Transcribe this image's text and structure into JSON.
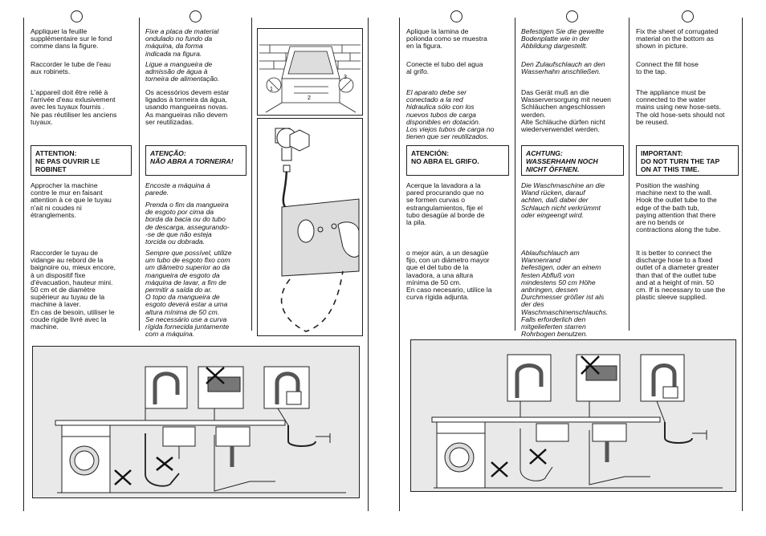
{
  "fr": {
    "p1": "Appliquer la feuille\nsupplémentaire sur le fond\ncomme dans la figure.",
    "p2": "Raccorder le tube de l'eau\naux robinets.",
    "p3": "L'appareil doit être relié à\nl'arrivée d'eau exlusivement\navec les tuyaux fournis .\nNe pas réutiliser les anciens\ntuyaux.",
    "warning": "ATTENTION:\nNE PAS OUVRIR LE\nROBINET",
    "p4": "Approcher la machine\ncontre le mur en faisant\nattention à ce que le tuyau\nn'ait ni coudes ni\nétranglements.",
    "p5": "Raccorder le tuyau de\nvidange au rebord de la\nbaignoire ou, mieux encore,\nà un dispositif fixe\nd'évacuation, hauteur mini.\n50 cm et de diamètre\nsupérieur au tuyau de la\nmachine à laver.\nEn cas de besoin, utiliser le\ncoude rigide livré avec la\nmachine."
  },
  "pt": {
    "p1": "Fixe a placa de material\nondulado no fundo da\nmáquina, da forma\nindicada na figura.",
    "p2": "Ligue a mangueira de\nadmissão de água à\ntorneira de alimentação.",
    "p3": "Os acessórios devem estar\nligados à torneira da água,\nusando mangueiras novas.\nAs mangueiras não devem\nser reutilizadas.",
    "warning": "ATENÇÃO:\nNÃO ABRA A TORNEIRA!",
    "p4": "Encoste a máquina à\nparede.",
    "p5": "Prenda o fim da mangueira\nde esgoto por cima da\nborda da bacia ou do tubo\nde descarga, assegurando-\n-se de que não esteja\ntorcida ou dobrada.",
    "p6": "Sempre que possível, utilize\num tubo de esgoto fixo com\num diâmetro superior ao da\nmangueira de esgoto da\nmáquina de lavar, a fim de\npermitir a saída do ar.\nO topo da mangueira de\nesgoto deverá estar a uma\naltura mínima de 50 cm.",
    "p7": "Se necessário use a curva\nrígida fornecida juntamente\ncom a máquina."
  },
  "es": {
    "p1": "Aplique la lamina de\npolionda como se muestra\nen la figura.",
    "p2": "Conecte el tubo del agua\nal grifo.",
    "p3": "El aparato debe ser\nconectado a la red\nhidraulica sólo con los\nnuevos tubos de carga\ndisponibles en dotación.\nLos viejos tubos de carga no\ntienen que ser reutilizados.",
    "warning": "ATENCIÓN:\nNO ABRA EL GRIFO.",
    "p4": "Acerque la lavadora a la\npared procurando que no\nse formen curvas o\nestrangulamientos, fije el\ntubo desagüe al borde de\nla pila.",
    "p5": "o mejor aún, a un desagüe\nfijo, con un diámetro mayor\nque el del tubo de la\nlavadora, a una altura\nmínima de 50 cm.\nEn caso necesario, utilice la\ncurva rígida adjunta."
  },
  "de": {
    "p1": "Befestigen Sie die gewellte\nBodenplatte wie in der\nAbbildung dargestellt.",
    "p2": "Den Zulaufschlauch an den\nWasserhahn anschließen.",
    "p3": "Das Gerät muß an die\nWasserversorgung mit neuen\nSchläuchen angeschlossen\nwerden.\nAlte Schläuche dürfen nicht\nwiederverwendet werden.",
    "warning": "ACHTUNG:\nWASSERHAHN NOCH\nNICHT ÖFFNEN.",
    "p4": "Die Waschmaschine an die\nWand rücken, darauf\nachten, daß dabei der\nSchlauch nicht verkrümmt\noder eingeengt wird.",
    "p5": "Ablaufschlauch am\nWannenrand\nbefestigen, oder an einem\nfesten Abfluß von\nmindestens 50 cm Höhe\nanbringen, dessen\nDurchmesser größer ist als\nder des\nWaschmaschinenschlauchs.\nFalls erforderlich den\nmitgelieferten starren\nRohrbogen benutzen."
  },
  "en": {
    "p1": "Fix the sheet of corrugated\nmaterial on the bottom as\nshown in picture.",
    "p2": "Connect the fill hose\nto the tap.",
    "p3": "The appliance must be\nconnected to the water\nmains using new hose-sets.\nThe old hose-sets should not\nbe reused.",
    "warning": "IMPORTANT:\nDO NOT TURN THE TAP\nON AT THIS TIME.",
    "p4": "Position the washing\nmachine next to the wall.\nHook the outlet tube to the\nedge of the bath tub,\npaying attention that there\nare no bends or\ncontractions along the tube.",
    "p5": "It is better to connect the\ndischarge hose to a fixed\noutlet of a diameter greater\nthan that of the outlet tube\nand at a height of min. 50\ncm. If is necessary to use the\nplastic sleeve supplied."
  },
  "figure_labels": {
    "step1": "1",
    "step2": "2",
    "step3": "3"
  },
  "colors": {
    "line": "#222222",
    "figure_bg": "#e9e9e9",
    "cross": "#111111"
  }
}
